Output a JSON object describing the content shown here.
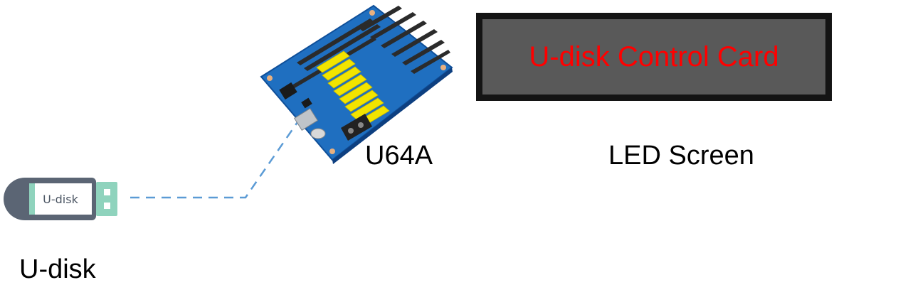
{
  "led_screen": {
    "text": "U-disk Control Card",
    "text_color": "#ff0000",
    "frame_color": "#141414",
    "panel_color": "#595959"
  },
  "labels": {
    "card": "U64A",
    "screen": "LED Screen",
    "udisk": "U-disk"
  },
  "udisk_device": {
    "label": "U-disk",
    "body_color": "#5b6574",
    "accent_color": "#8fd3bd"
  },
  "connection": {
    "style": "dashed",
    "color": "#5b9bd5"
  },
  "board": {
    "icon": "control-board-icon",
    "pcb_color": "#1f6fc0",
    "terminal_color": "#f2e400"
  }
}
